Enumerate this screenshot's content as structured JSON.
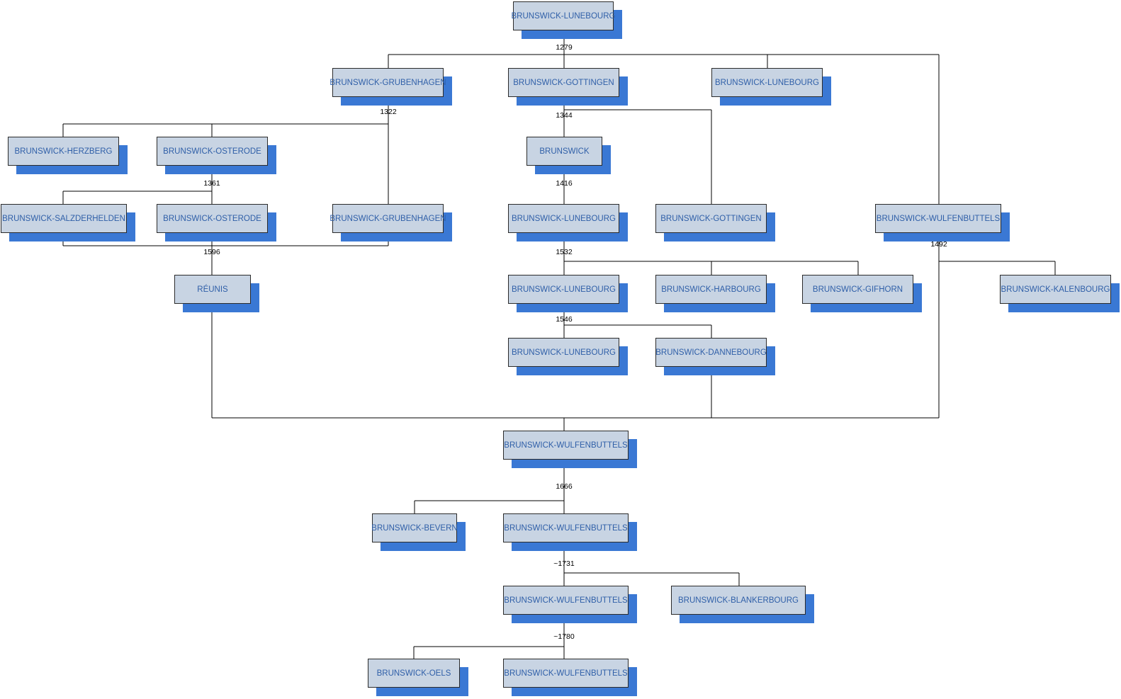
{
  "nodes": [
    {
      "id": "n0",
      "name": "node-brunswick-lunebourg-root",
      "label": "BRUNSWICK-LUNEBOURG"
    },
    {
      "id": "n1",
      "name": "node-brunswick-grubenhagen",
      "label": "BRUNSWICK-GRUBENHAGEN"
    },
    {
      "id": "n2",
      "name": "node-brunswick-gottingen",
      "label": "BRUNSWICK-GOTTINGEN"
    },
    {
      "id": "n3",
      "name": "node-brunswick-lunebourg-1279",
      "label": "BRUNSWICK-LUNEBOURG"
    },
    {
      "id": "n4",
      "name": "node-brunswick-herzberg",
      "label": "BRUNSWICK-HERZBERG"
    },
    {
      "id": "n5",
      "name": "node-brunswick-osterode",
      "label": "BRUNSWICK-OSTERODE"
    },
    {
      "id": "n6",
      "name": "node-brunswick",
      "label": "BRUNSWICK"
    },
    {
      "id": "n7",
      "name": "node-brunswick-salzderhelden",
      "label": "BRUNSWICK-SALZDERHELDEN"
    },
    {
      "id": "n8",
      "name": "node-brunswick-osterode-1361",
      "label": "BRUNSWICK-OSTERODE"
    },
    {
      "id": "n9",
      "name": "node-brunswick-grubenhagen-1322",
      "label": "BRUNSWICK-GRUBENHAGEN"
    },
    {
      "id": "n10",
      "name": "node-brunswick-lunebourg-1416",
      "label": "BRUNSWICK-LUNEBOURG"
    },
    {
      "id": "n11",
      "name": "node-brunswick-gottingen-1344",
      "label": "BRUNSWICK-GOTTINGEN"
    },
    {
      "id": "n12",
      "name": "node-brunswick-wulfenbuttels-1279",
      "label": "BRUNSWICK-WULFENBUTTELS"
    },
    {
      "id": "n13",
      "name": "node-reunis",
      "label": "RÉUNIS"
    },
    {
      "id": "n14",
      "name": "node-brunswick-lunebourg-1532",
      "label": "BRUNSWICK-LUNEBOURG"
    },
    {
      "id": "n15",
      "name": "node-brunswick-harbourg",
      "label": "BRUNSWICK-HARBOURG"
    },
    {
      "id": "n16",
      "name": "node-brunswick-gifhorn",
      "label": "BRUNSWICK-GIFHORN"
    },
    {
      "id": "n17",
      "name": "node-brunswick-kalenbourg",
      "label": "BRUNSWICK-KALENBOURG"
    },
    {
      "id": "n18",
      "name": "node-brunswick-lunebourg-1546",
      "label": "BRUNSWICK-LUNEBOURG"
    },
    {
      "id": "n19",
      "name": "node-brunswick-dannebourg",
      "label": "BRUNSWICK-DANNEBOURG"
    },
    {
      "id": "n20",
      "name": "node-brunswick-wulfenbuttels-merged",
      "label": "BRUNSWICK-WULFENBUTTELS"
    },
    {
      "id": "n21",
      "name": "node-brunswick-bevern",
      "label": "BRUNSWICK-BEVERN"
    },
    {
      "id": "n22",
      "name": "node-brunswick-wulfenbuttels-1666",
      "label": "BRUNSWICK-WULFENBUTTELS"
    },
    {
      "id": "n23",
      "name": "node-brunswick-wulfenbuttels-1731",
      "label": "BRUNSWICK-WULFENBUTTELS"
    },
    {
      "id": "n24",
      "name": "node-brunswick-blankerbourg",
      "label": "BRUNSWICK-BLANKERBOURG"
    },
    {
      "id": "n25",
      "name": "node-brunswick-oels",
      "label": "BRUNSWICK-OELS"
    },
    {
      "id": "n26",
      "name": "node-brunswick-wulfenbuttels-1780",
      "label": "BRUNSWICK-WULFENBUTTELS"
    }
  ],
  "years": [
    {
      "id": "y1279",
      "label": "1279"
    },
    {
      "id": "y1322",
      "label": "1322"
    },
    {
      "id": "y1344",
      "label": "1344"
    },
    {
      "id": "y1361",
      "label": "1361"
    },
    {
      "id": "y1416",
      "label": "1416"
    },
    {
      "id": "y1596",
      "label": "1596"
    },
    {
      "id": "y1532",
      "label": "1532"
    },
    {
      "id": "y1492",
      "label": "1492"
    },
    {
      "id": "y1546",
      "label": "1546"
    },
    {
      "id": "y1666",
      "label": "1666"
    },
    {
      "id": "y1731",
      "label": "~1731"
    },
    {
      "id": "y1780",
      "label": "~1780"
    }
  ],
  "colors": {
    "box_fill": "#c8d4e3",
    "box_border": "#2b2b2b",
    "shadow": "#3a78d4",
    "label": "#2f5fa8",
    "line": "#000000"
  }
}
